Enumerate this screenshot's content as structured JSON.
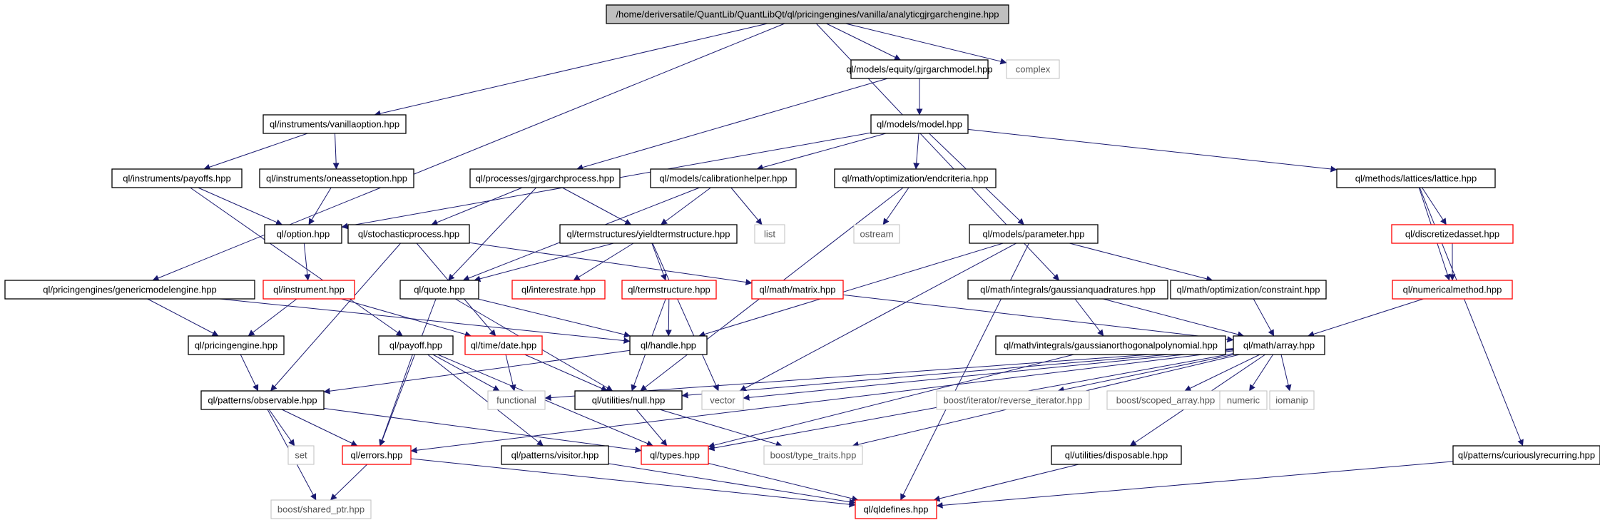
{
  "colors": {
    "edge": "#191970",
    "root_fill": "#bfbfbf",
    "normal": "#000000",
    "truncated": "#ff0000",
    "external": "#bfbfbf",
    "external_text": "#555555"
  },
  "nodes": {
    "root": {
      "label": "/home/deriversatile/QuantLib/QuantLibQt/ql/pricingengines/vanilla/analyticgjrgarchengine.hpp",
      "kind": "root"
    },
    "gjrmodel": {
      "label": "ql/models/equity/gjrgarchmodel.hpp",
      "kind": "normal"
    },
    "complex": {
      "label": "complex",
      "kind": "external"
    },
    "vanillaoption": {
      "label": "ql/instruments/vanillaoption.hpp",
      "kind": "normal"
    },
    "model": {
      "label": "ql/models/model.hpp",
      "kind": "normal"
    },
    "payoffs": {
      "label": "ql/instruments/payoffs.hpp",
      "kind": "normal"
    },
    "oneasset": {
      "label": "ql/instruments/oneassetoption.hpp",
      "kind": "normal"
    },
    "gjrprocess": {
      "label": "ql/processes/gjrgarchprocess.hpp",
      "kind": "normal"
    },
    "calibhelper": {
      "label": "ql/models/calibrationhelper.hpp",
      "kind": "normal"
    },
    "endcriteria": {
      "label": "ql/math/optimization/endcriteria.hpp",
      "kind": "normal"
    },
    "lattice": {
      "label": "ql/methods/lattices/lattice.hpp",
      "kind": "normal"
    },
    "option": {
      "label": "ql/option.hpp",
      "kind": "normal"
    },
    "stochproc": {
      "label": "ql/stochasticprocess.hpp",
      "kind": "normal"
    },
    "yieldts": {
      "label": "ql/termstructures/yieldtermstructure.hpp",
      "kind": "normal"
    },
    "list": {
      "label": "list",
      "kind": "external"
    },
    "ostream": {
      "label": "ostream",
      "kind": "external"
    },
    "parameter": {
      "label": "ql/models/parameter.hpp",
      "kind": "normal"
    },
    "discretized": {
      "label": "ql/discretizedasset.hpp",
      "kind": "truncated"
    },
    "genericengine": {
      "label": "ql/pricingengines/genericmodelengine.hpp",
      "kind": "normal"
    },
    "instrument": {
      "label": "ql/instrument.hpp",
      "kind": "truncated"
    },
    "quote": {
      "label": "ql/quote.hpp",
      "kind": "normal"
    },
    "interestrate": {
      "label": "ql/interestrate.hpp",
      "kind": "truncated"
    },
    "termstructure": {
      "label": "ql/termstructure.hpp",
      "kind": "truncated"
    },
    "matrix": {
      "label": "ql/math/matrix.hpp",
      "kind": "truncated"
    },
    "gaussquad": {
      "label": "ql/math/integrals/gaussianquadratures.hpp",
      "kind": "normal"
    },
    "constraint": {
      "label": "ql/math/optimization/constraint.hpp",
      "kind": "normal"
    },
    "nummethod": {
      "label": "ql/numericalmethod.hpp",
      "kind": "truncated"
    },
    "pricingengine": {
      "label": "ql/pricingengine.hpp",
      "kind": "normal"
    },
    "payoff": {
      "label": "ql/payoff.hpp",
      "kind": "normal"
    },
    "date": {
      "label": "ql/time/date.hpp",
      "kind": "truncated"
    },
    "handle": {
      "label": "ql/handle.hpp",
      "kind": "normal"
    },
    "gaussortho": {
      "label": "ql/math/integrals/gaussianorthogonalpolynomial.hpp",
      "kind": "normal"
    },
    "array": {
      "label": "ql/math/array.hpp",
      "kind": "normal"
    },
    "observable": {
      "label": "ql/patterns/observable.hpp",
      "kind": "normal"
    },
    "functional": {
      "label": "functional",
      "kind": "external"
    },
    "null": {
      "label": "ql/utilities/null.hpp",
      "kind": "normal"
    },
    "vector": {
      "label": "vector",
      "kind": "external"
    },
    "revit": {
      "label": "boost/iterator/reverse_iterator.hpp",
      "kind": "external"
    },
    "scopedarr": {
      "label": "boost/scoped_array.hpp",
      "kind": "external"
    },
    "numeric": {
      "label": "numeric",
      "kind": "external"
    },
    "iomanip": {
      "label": "iomanip",
      "kind": "external"
    },
    "set": {
      "label": "set",
      "kind": "external"
    },
    "errors": {
      "label": "ql/errors.hpp",
      "kind": "truncated"
    },
    "visitor": {
      "label": "ql/patterns/visitor.hpp",
      "kind": "normal"
    },
    "types": {
      "label": "ql/types.hpp",
      "kind": "truncated"
    },
    "typetraits": {
      "label": "boost/type_traits.hpp",
      "kind": "external"
    },
    "disposable": {
      "label": "ql/utilities/disposable.hpp",
      "kind": "normal"
    },
    "curious": {
      "label": "ql/patterns/curiouslyrecurring.hpp",
      "kind": "normal"
    },
    "sharedptr": {
      "label": "boost/shared_ptr.hpp",
      "kind": "external"
    },
    "qldefines": {
      "label": "ql/qldefines.hpp",
      "kind": "truncated"
    }
  },
  "edges": [
    [
      "root",
      "gjrmodel"
    ],
    [
      "root",
      "complex"
    ],
    [
      "root",
      "vanillaoption"
    ],
    [
      "root",
      "genericengine"
    ],
    [
      "root",
      "gaussquad"
    ],
    [
      "gjrmodel",
      "model"
    ],
    [
      "gjrmodel",
      "gjrprocess"
    ],
    [
      "vanillaoption",
      "payoffs"
    ],
    [
      "vanillaoption",
      "oneasset"
    ],
    [
      "model",
      "option"
    ],
    [
      "model",
      "calibhelper"
    ],
    [
      "model",
      "endcriteria"
    ],
    [
      "model",
      "parameter"
    ],
    [
      "model",
      "lattice"
    ],
    [
      "payoffs",
      "option"
    ],
    [
      "payoffs",
      "payoff"
    ],
    [
      "oneasset",
      "option"
    ],
    [
      "gjrprocess",
      "stochproc"
    ],
    [
      "gjrprocess",
      "quote"
    ],
    [
      "gjrprocess",
      "yieldts"
    ],
    [
      "calibhelper",
      "quote"
    ],
    [
      "calibhelper",
      "yieldts"
    ],
    [
      "calibhelper",
      "list"
    ],
    [
      "endcriteria",
      "ostream"
    ],
    [
      "endcriteria",
      "null"
    ],
    [
      "lattice",
      "discretized"
    ],
    [
      "lattice",
      "nummethod"
    ],
    [
      "lattice",
      "curious"
    ],
    [
      "option",
      "instrument"
    ],
    [
      "stochproc",
      "observable"
    ],
    [
      "stochproc",
      "matrix"
    ],
    [
      "stochproc",
      "date"
    ],
    [
      "yieldts",
      "quote"
    ],
    [
      "yieldts",
      "interestrate"
    ],
    [
      "yieldts",
      "termstructure"
    ],
    [
      "yieldts",
      "vector"
    ],
    [
      "parameter",
      "handle"
    ],
    [
      "parameter",
      "constraint"
    ],
    [
      "parameter",
      "qldefines"
    ],
    [
      "parameter",
      "vector"
    ],
    [
      "discretized",
      "nummethod"
    ],
    [
      "genericengine",
      "pricingengine"
    ],
    [
      "genericengine",
      "handle"
    ],
    [
      "instrument",
      "pricingengine"
    ],
    [
      "instrument",
      "date"
    ],
    [
      "quote",
      "handle"
    ],
    [
      "quote",
      "errors"
    ],
    [
      "quote",
      "null"
    ],
    [
      "termstructure",
      "handle"
    ],
    [
      "termstructure",
      "null"
    ],
    [
      "matrix",
      "array"
    ],
    [
      "gaussquad",
      "gaussortho"
    ],
    [
      "gaussquad",
      "array"
    ],
    [
      "constraint",
      "array"
    ],
    [
      "nummethod",
      "array"
    ],
    [
      "pricingengine",
      "observable"
    ],
    [
      "payoff",
      "functional"
    ],
    [
      "payoff",
      "errors"
    ],
    [
      "payoff",
      "visitor"
    ],
    [
      "payoff",
      "types"
    ],
    [
      "date",
      "functional"
    ],
    [
      "date",
      "null"
    ],
    [
      "handle",
      "observable"
    ],
    [
      "gaussortho",
      "types"
    ],
    [
      "array",
      "functional"
    ],
    [
      "array",
      "null"
    ],
    [
      "array",
      "vector"
    ],
    [
      "array",
      "revit"
    ],
    [
      "array",
      "scopedarr"
    ],
    [
      "array",
      "numeric"
    ],
    [
      "array",
      "iomanip"
    ],
    [
      "array",
      "errors"
    ],
    [
      "array",
      "types"
    ],
    [
      "array",
      "typetraits"
    ],
    [
      "array",
      "disposable"
    ],
    [
      "observable",
      "set"
    ],
    [
      "observable",
      "errors"
    ],
    [
      "observable",
      "sharedptr"
    ],
    [
      "observable",
      "types"
    ],
    [
      "null",
      "types"
    ],
    [
      "null",
      "typetraits"
    ],
    [
      "errors",
      "sharedptr"
    ],
    [
      "errors",
      "qldefines"
    ],
    [
      "visitor",
      "qldefines"
    ],
    [
      "types",
      "qldefines"
    ],
    [
      "disposable",
      "qldefines"
    ],
    [
      "curious",
      "qldefines"
    ]
  ]
}
